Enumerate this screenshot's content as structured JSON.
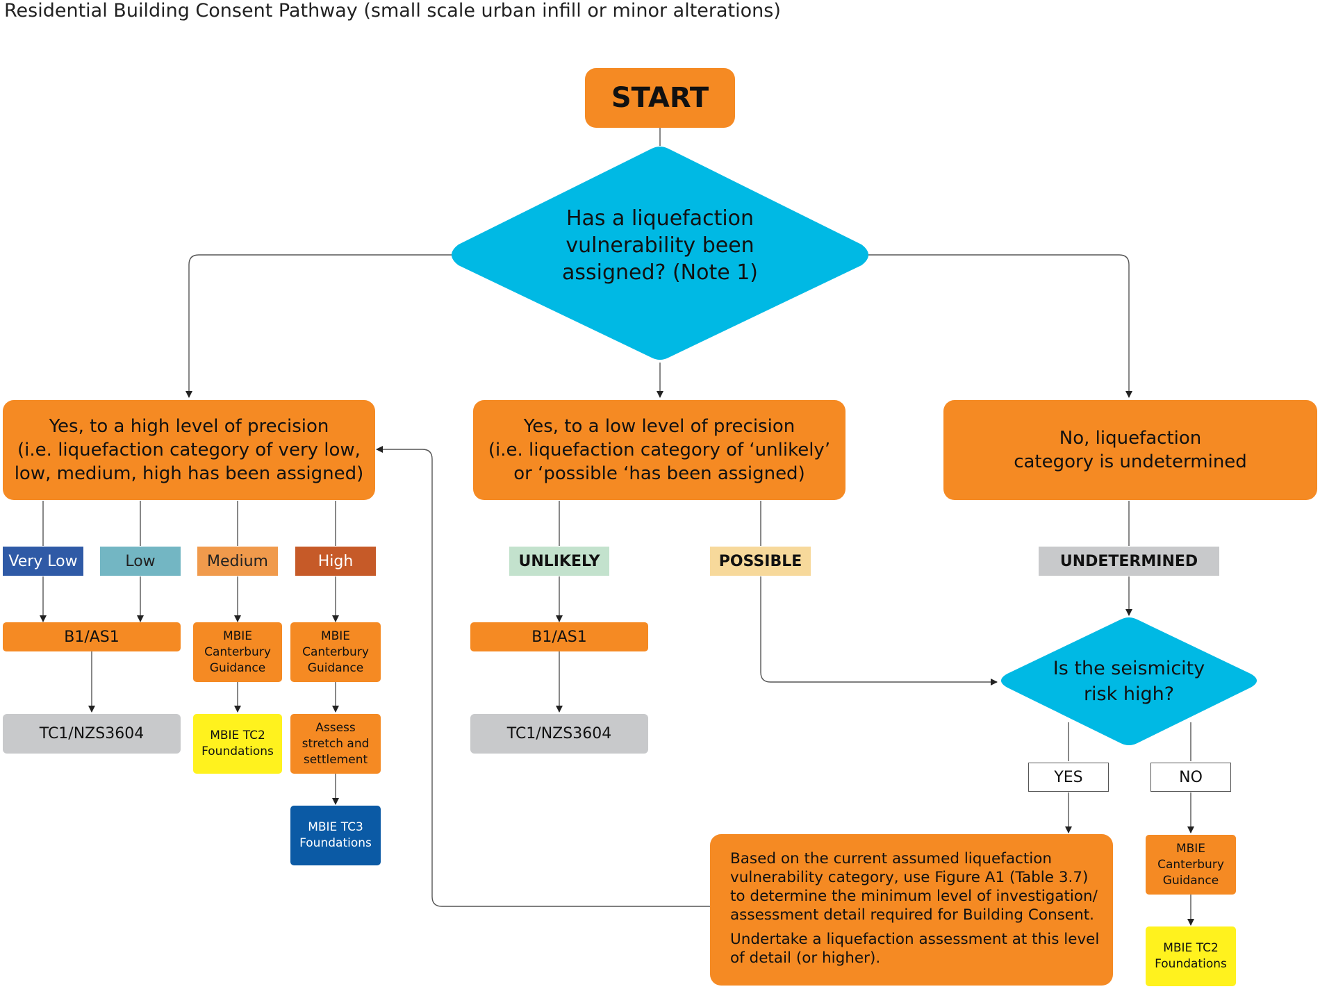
{
  "title": "Residential Building Consent Pathway (small scale urban infill or minor alterations)",
  "start": "START",
  "q1": {
    "line1": "Has a liquefaction",
    "line2": "vulnerability been",
    "line3": "assigned? (Note 1)"
  },
  "high": {
    "line1": "Yes, to a high level of precision",
    "line2": "(i.e. liquefaction category of very low,",
    "line3": "low, medium, high has been assigned)"
  },
  "low": {
    "line1": "Yes, to a low level of precision",
    "line2": "(i.e. liquefaction category of ‘unlikely’",
    "line3": "or ‘possible ‘has been assigned)"
  },
  "none": {
    "line1": "No, liquefaction",
    "line2": "category is undetermined"
  },
  "categories": {
    "very_low": "Very Low",
    "low": "Low",
    "medium": "Medium",
    "high": "High",
    "unlikely": "UNLIKELY",
    "possible": "POSSIBLE",
    "undetermined": "UNDETERMINED"
  },
  "colors": {
    "orange": "#f58a23",
    "cyan": "#00b9e4",
    "very_low": "#2f5aa6",
    "low": "#73b6c3",
    "medium": "#f09a4c",
    "high": "#c65a28",
    "unlikely": "#c3e2cd",
    "possible": "#f7d99b",
    "undetermined": "#c8c9cb"
  },
  "boxes": {
    "b1as1_left": "B1/AS1",
    "tc1_left": "TC1/NZS3604",
    "mbie_guid_1": [
      "MBIE",
      "Canterbury",
      "Guidance"
    ],
    "mbie_guid_2": [
      "MBIE",
      "Canterbury",
      "Guidance"
    ],
    "tc2_left": [
      "MBIE TC2",
      "Foundations"
    ],
    "assess": [
      "Assess",
      "stretch and",
      "settlement"
    ],
    "tc3": [
      "MBIE TC3",
      "Foundations"
    ],
    "b1as1_mid": "B1/AS1",
    "tc1_mid": "TC1/NZS3604",
    "mbie_guid_3": [
      "MBIE",
      "Canterbury",
      "Guidance"
    ],
    "tc2_right": [
      "MBIE TC2",
      "Foundations"
    ]
  },
  "q2": {
    "line1": "Is the seismicity",
    "line2": "risk high?"
  },
  "yes": "YES",
  "no": "NO",
  "based": {
    "p1_l1": "Based on the current assumed liquefaction",
    "p1_l2": "vulnerability category, use Figure A1 (Table 3.7)",
    "p1_l3": "to determine the minimum level of investigation/",
    "p1_l4": "assessment detail required for Building Consent.",
    "p2_l1": "Undertake a liquefaction assessment at this level",
    "p2_l2": "of detail (or higher)."
  }
}
